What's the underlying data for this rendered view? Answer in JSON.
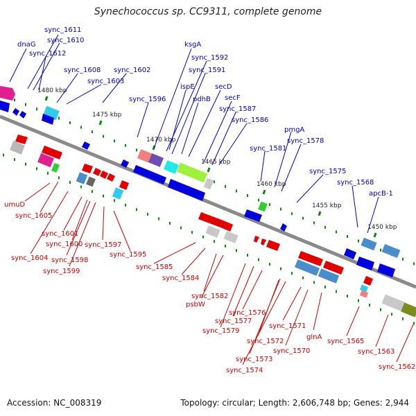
{
  "title": "Synechococcus sp. CC9311, complete genome",
  "accession": "Accession: NC_008319",
  "summary": "Topology: circular; Length: 2,606,748 bp; Genes: 2,944",
  "colors": {
    "forward_label": "#0000cc",
    "reverse_label": "#cc0000",
    "tick": "#0a8a0a",
    "backbone": "#7d7d7d"
  },
  "kbp_labels": [
    "1480 kbp",
    "1475 kbp",
    "1470 kbp",
    "1465 kbp",
    "1460 kbp",
    "1455 kbp",
    "1450 kbp"
  ],
  "forward_genes": [
    "dnaG",
    "sync_1611",
    "sync_1610",
    "sync_1612",
    "sync_1608",
    "sync_1603",
    "sync_1602",
    "sync_1596",
    "ksgA",
    "sync_1592",
    "sync_1591",
    "ispE",
    "secD",
    "pdhB",
    "secF",
    "sync_1587",
    "sync_1586",
    "sync_1581",
    "pmgA",
    "sync_1578",
    "sync_1575",
    "sync_1568",
    "apcB-1"
  ],
  "reverse_genes": [
    "umuD",
    "sync_1605",
    "sync_1601",
    "sync_1600",
    "sync_1604",
    "sync_1598",
    "sync_1599",
    "sync_1597",
    "sync_1595",
    "sync_1585",
    "sync_1584",
    "sync_1582",
    "psbW",
    "sync_1576",
    "sync_1577",
    "sync_1579",
    "sync_1571",
    "sync_1572",
    "sync_1573",
    "sync_1574",
    "sync_1570",
    "glnA",
    "sync_1565",
    "sync_1563",
    "sync_1562"
  ]
}
